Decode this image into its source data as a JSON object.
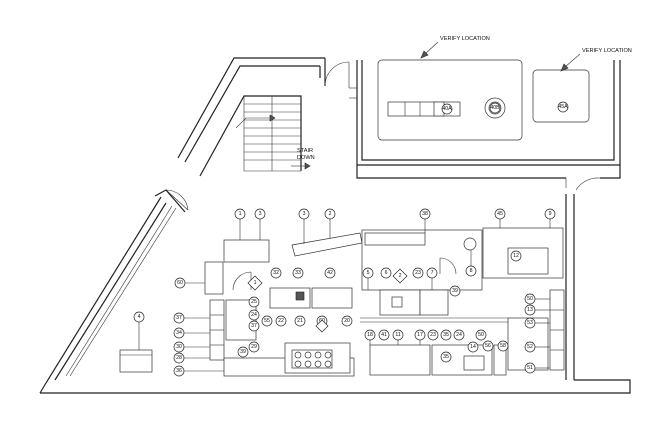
{
  "notes": {
    "verify_location_left": "VERIFY LOCATION",
    "verify_location_right": "VERIFY LOCATION",
    "stair_line1": "STAIR",
    "stair_line2": "DOWN"
  },
  "tags": [
    "1",
    "3",
    "3",
    "2",
    "38",
    "45",
    "9",
    "60",
    "32",
    "33",
    "42",
    "5",
    "6",
    "7",
    "23",
    "8",
    "12",
    "25",
    "39",
    "50",
    "4",
    "37",
    "24",
    "37",
    "55",
    "22",
    "21",
    "60",
    "20",
    "18",
    "41",
    "11",
    "17",
    "23",
    "35",
    "24",
    "50",
    "13",
    "53",
    "34",
    "30",
    "29",
    "28",
    "39",
    "56",
    "36",
    "14",
    "58",
    "52",
    "51",
    "40A",
    "40B",
    "45A",
    "35"
  ],
  "markers": [
    "1",
    "2"
  ]
}
